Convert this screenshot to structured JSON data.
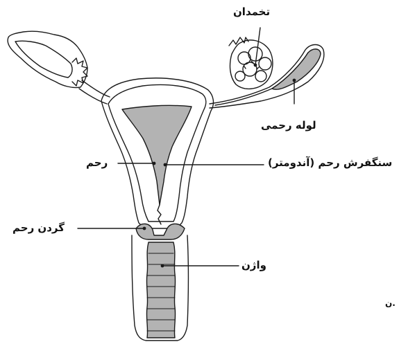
{
  "labels": {
    "ovary": "تخمدان",
    "fallopian_tube": "لوله رحمی",
    "uterus": "رحم",
    "endometrium": "سنگفرش رحم (آندومتر)",
    "cervix": "گردن رحم",
    "vagina": "واژن",
    "stray_text": ".ن"
  },
  "colors": {
    "tissue_fill": "#b3b3b3",
    "outline": "#1a1a1a",
    "background": "#ffffff"
  }
}
